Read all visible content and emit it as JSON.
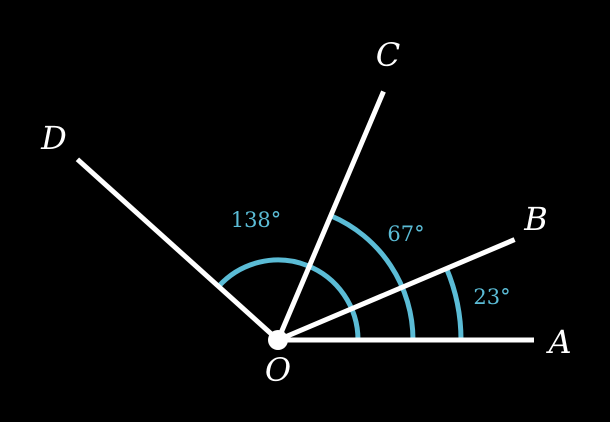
{
  "diagram": {
    "vertex_label": "O",
    "rays": [
      {
        "label": "A",
        "angle_deg": 0
      },
      {
        "label": "B",
        "angle_deg": 23
      },
      {
        "label": "C",
        "angle_deg": 67
      },
      {
        "label": "D",
        "angle_deg": 138
      }
    ],
    "angles": [
      {
        "label": "23°",
        "from": "A",
        "to": "B",
        "degrees": 23
      },
      {
        "label": "67°",
        "from": "A",
        "to": "C",
        "degrees": 67
      },
      {
        "label": "138°",
        "from": "A",
        "to": "D",
        "degrees": 138
      }
    ]
  },
  "colors": {
    "background": "#000000",
    "ray": "#ffffff",
    "arc": "#5bbcd6",
    "angle_label": "#5bbcd6",
    "point_label": "#ffffff"
  }
}
